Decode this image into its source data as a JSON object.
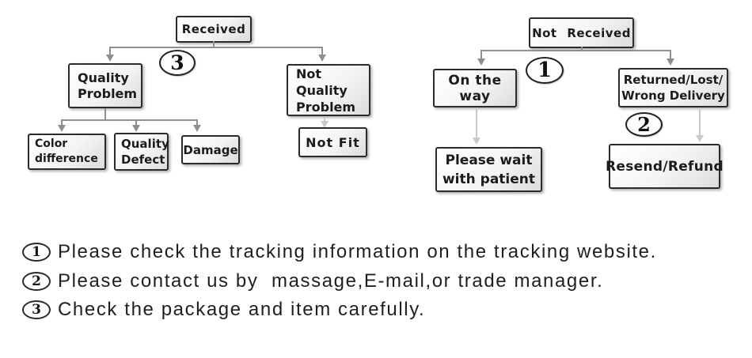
{
  "colors": {
    "box_border": "#2b2b2b",
    "box_fill_top": "#ffffff",
    "box_fill_bottom": "#dcdcdc",
    "connector_dark": "#8f8f8f",
    "connector_light": "#c9c9c9",
    "text": "#1c1c1c"
  },
  "left_chart": {
    "root_label": "Received",
    "badge": "3",
    "quality_problem": {
      "line1": "Quality",
      "line2": "Problem"
    },
    "not_quality_problem": {
      "line1": "Not Quality",
      "line2": "Problem"
    },
    "color_difference": {
      "line1": "Color",
      "line2": "difference"
    },
    "quality_defect": {
      "line1": "Quality",
      "line2": "Defect"
    },
    "damage_label": "Damage",
    "not_fit_label": "Not Fit"
  },
  "right_chart": {
    "root_label": "Not Received",
    "badge_tracking": "1",
    "badge_contact": "2",
    "on_the_way_label": "On the way",
    "returned": {
      "line1": "Returned/Lost/",
      "line2": "Wrong Delivery"
    },
    "please_wait": {
      "line1": "Please wait",
      "line2": "with patient"
    },
    "resend_label": "Resend/Refund"
  },
  "notes": [
    {
      "num": "1",
      "text": "Please check the tracking information on the tracking website."
    },
    {
      "num": "2",
      "text": "Please contact us by  massage,E-mail,or trade manager."
    },
    {
      "num": "3",
      "text": "Check the package and item carefully."
    }
  ]
}
